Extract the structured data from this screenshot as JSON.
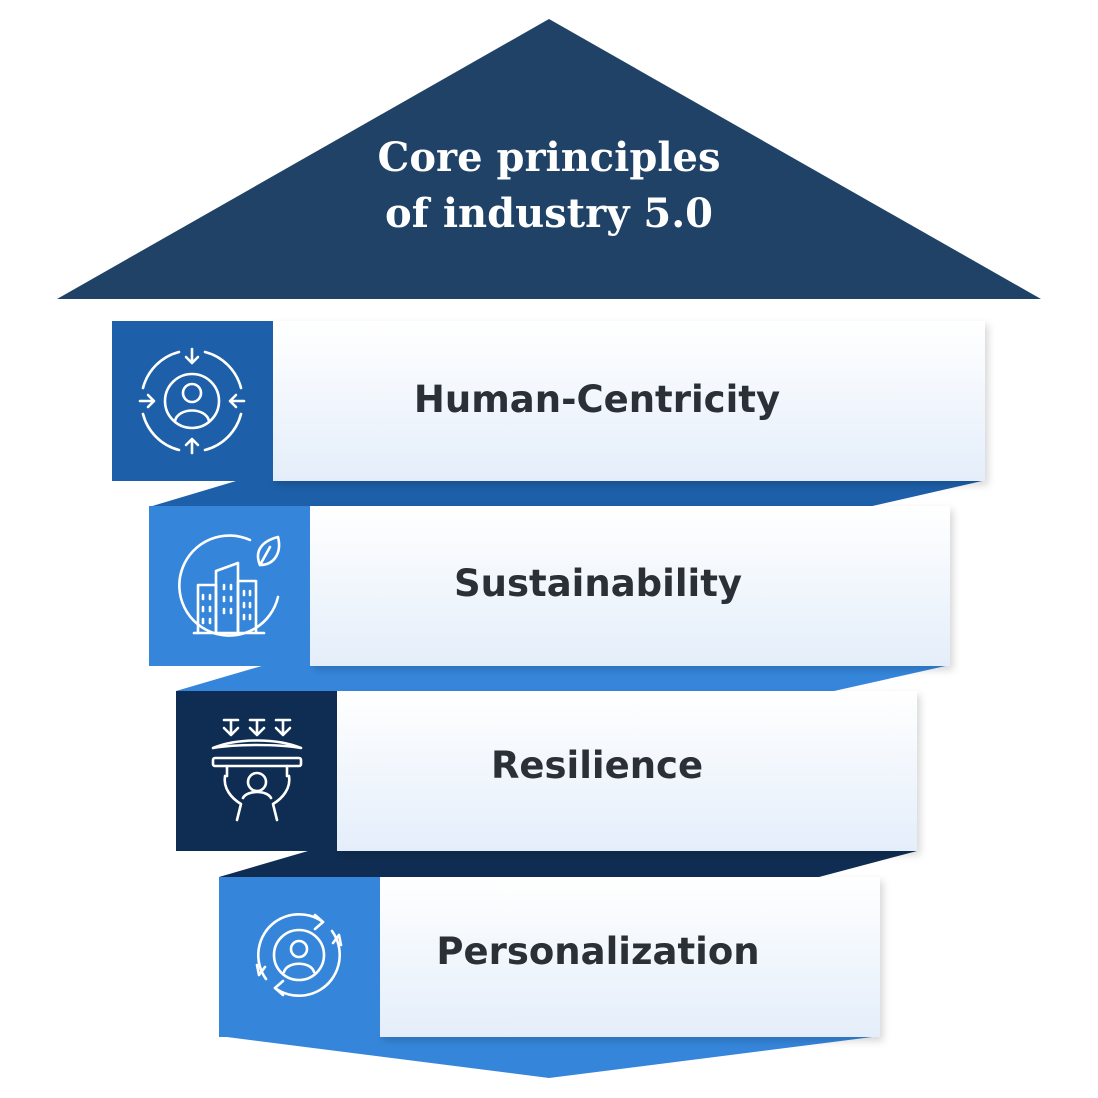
{
  "title": {
    "line1": "Core principles",
    "line2": "of industry 5.0"
  },
  "colors": {
    "roof": "#1f4266",
    "dark_navy": "#0f2d52",
    "royal_blue": "#1d5fa8",
    "bright_blue": "#3586db",
    "panel_top": "#ffffff",
    "panel_bottom": "#e6f0fb",
    "text": "#2b2f36"
  },
  "principles": [
    {
      "label": "Human-Centricity",
      "icon": "human-centric-icon"
    },
    {
      "label": "Sustainability",
      "icon": "sustainable-city-icon"
    },
    {
      "label": "Resilience",
      "icon": "resilience-icon"
    },
    {
      "label": "Personalization",
      "icon": "personalization-icon"
    }
  ]
}
